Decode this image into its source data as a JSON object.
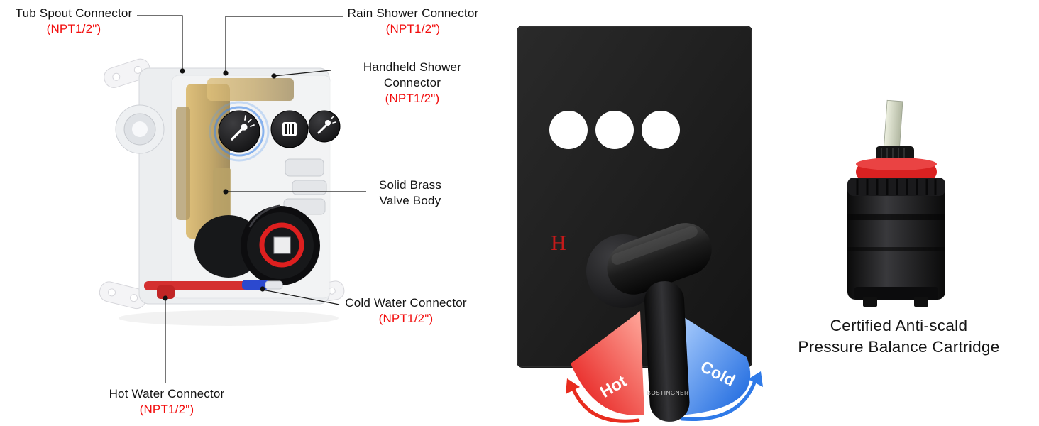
{
  "colors": {
    "accent_red": "#f20d0d",
    "hot_red": "#e41414",
    "cold_blue": "#1563dd",
    "plate_black": "#1b1b1b",
    "brass": "#a87f24"
  },
  "callouts": {
    "tub_spout": {
      "label": "Tub Spout Connector",
      "spec": "(NPT1/2\")"
    },
    "rain_shower": {
      "label": "Rain Shower Connector",
      "spec": "(NPT1/2\")"
    },
    "handheld_shower": {
      "label": "Handheld Shower Connector",
      "spec": "(NPT1/2\")"
    },
    "valve_body": {
      "line1": "Solid Brass",
      "line2": "Valve Body"
    },
    "cold_water": {
      "label": "Cold Water Connector",
      "spec": "(NPT1/2\")"
    },
    "hot_water": {
      "label": "Hot Water Connector",
      "spec": "(NPT1/2\")"
    }
  },
  "trim": {
    "hot_marker": "H",
    "hot_label": "Hot",
    "cold_label": "Cold",
    "brand": "BOSTINGNER"
  },
  "valve": {
    "icons": {
      "knob_left": "wand-shower-icon",
      "knob_middle": "rain-shower-icon",
      "knob_right": "handheld-shower-icon"
    }
  },
  "cartridge": {
    "caption_line1": "Certified Anti-scald",
    "caption_line2": "Pressure Balance Cartridge"
  }
}
